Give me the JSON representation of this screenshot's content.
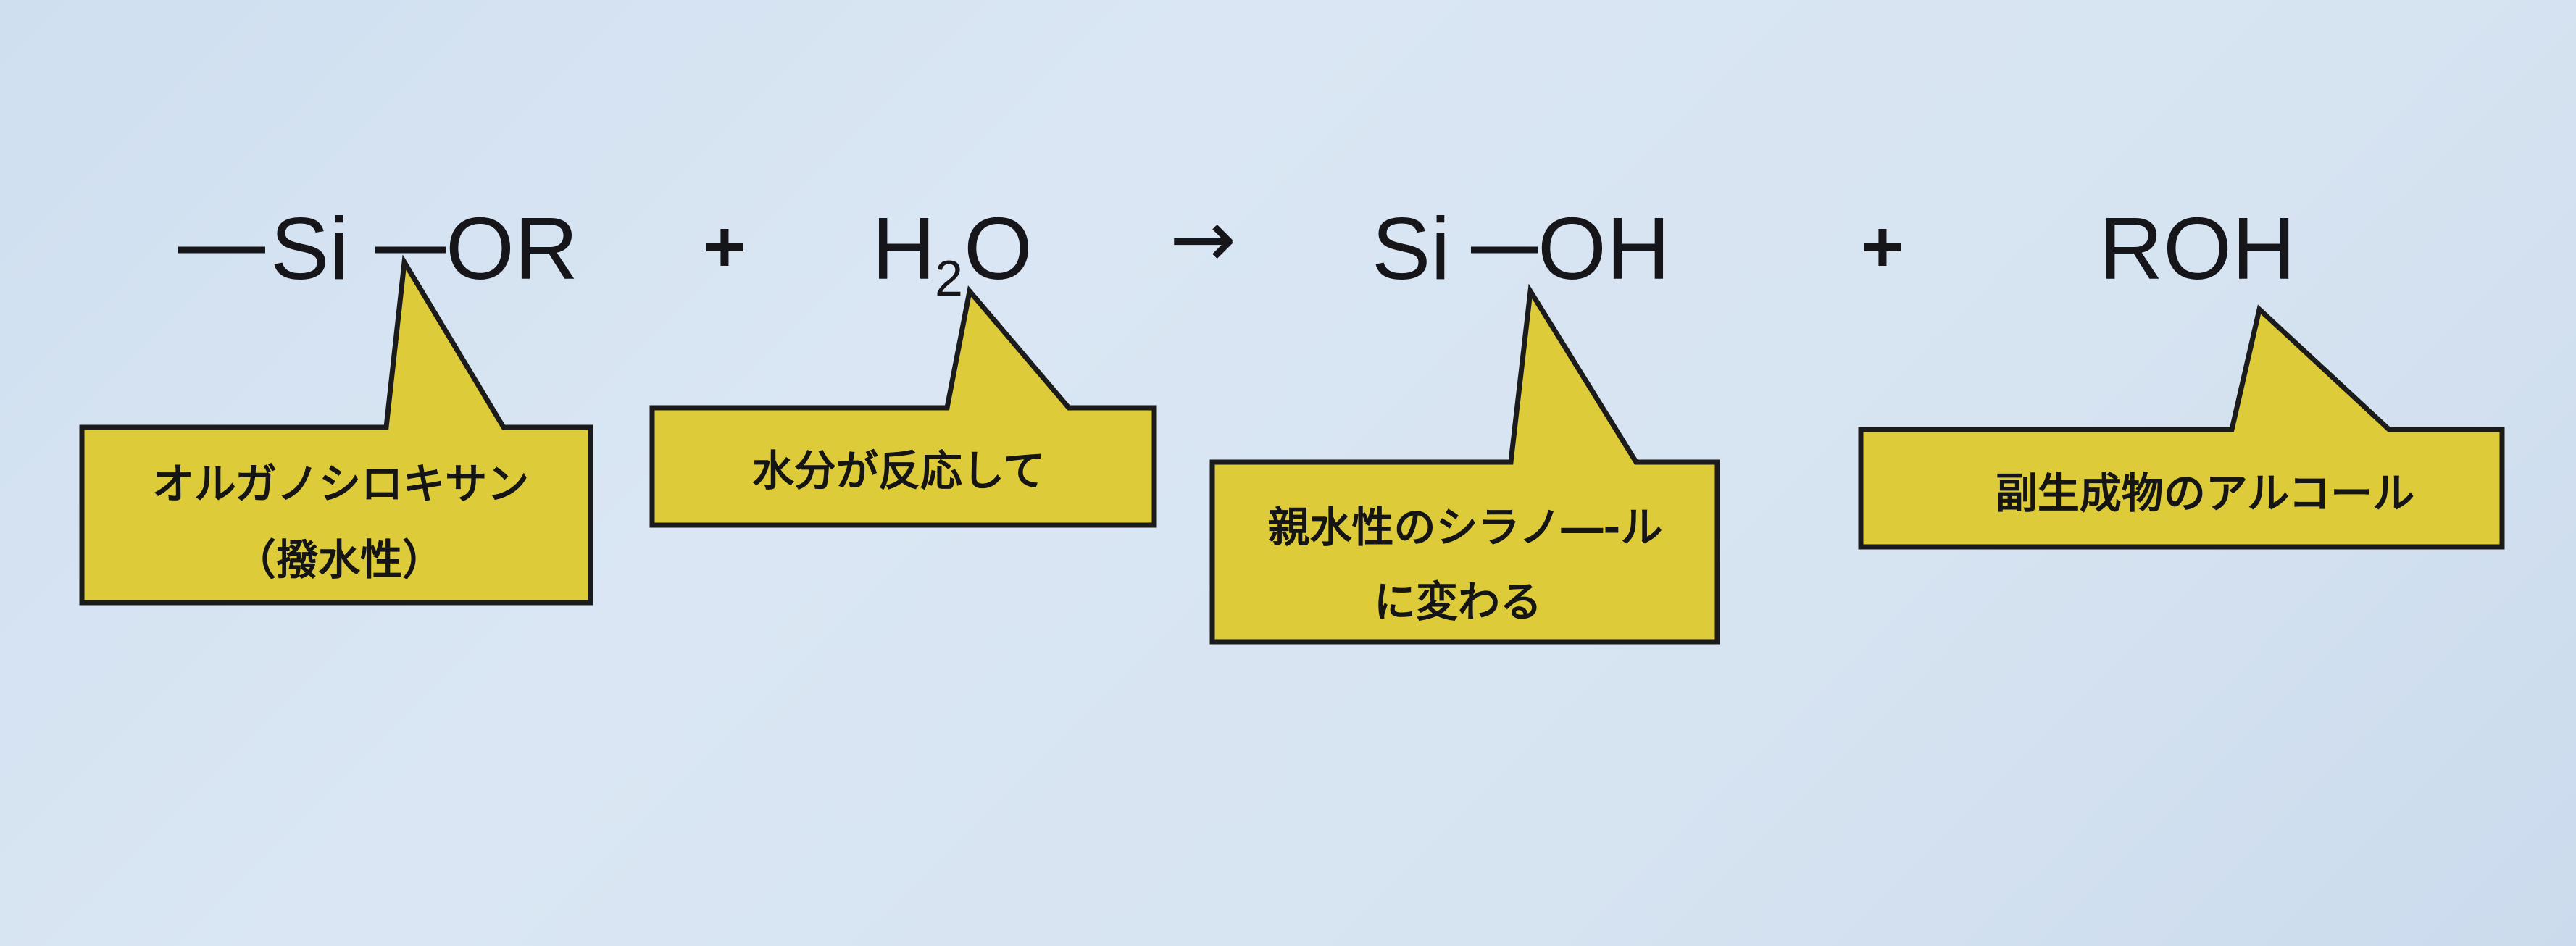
{
  "equation": {
    "term1_si": "Si",
    "term1_or": "OR",
    "plus1": "+",
    "water_h": "H",
    "water_sub": "2",
    "water_o": "O",
    "arrow": "→",
    "term3_si": "Si",
    "term3_oh": "OH",
    "plus2": "+",
    "term4": "ROH"
  },
  "callouts": {
    "organosiloxane": {
      "line1": "オルガノシロキサン",
      "line2": "（撥水性）"
    },
    "water": {
      "line1": "水分が反応して"
    },
    "silanol": {
      "line1": "親水性のシラノ―-ル",
      "line2": "に変わる"
    },
    "byproduct": {
      "line1": "副生成物のアルコール"
    }
  },
  "colors": {
    "background": "#d6e3f1",
    "callout_fill": "#ddcb3a",
    "ink": "#15151a"
  }
}
